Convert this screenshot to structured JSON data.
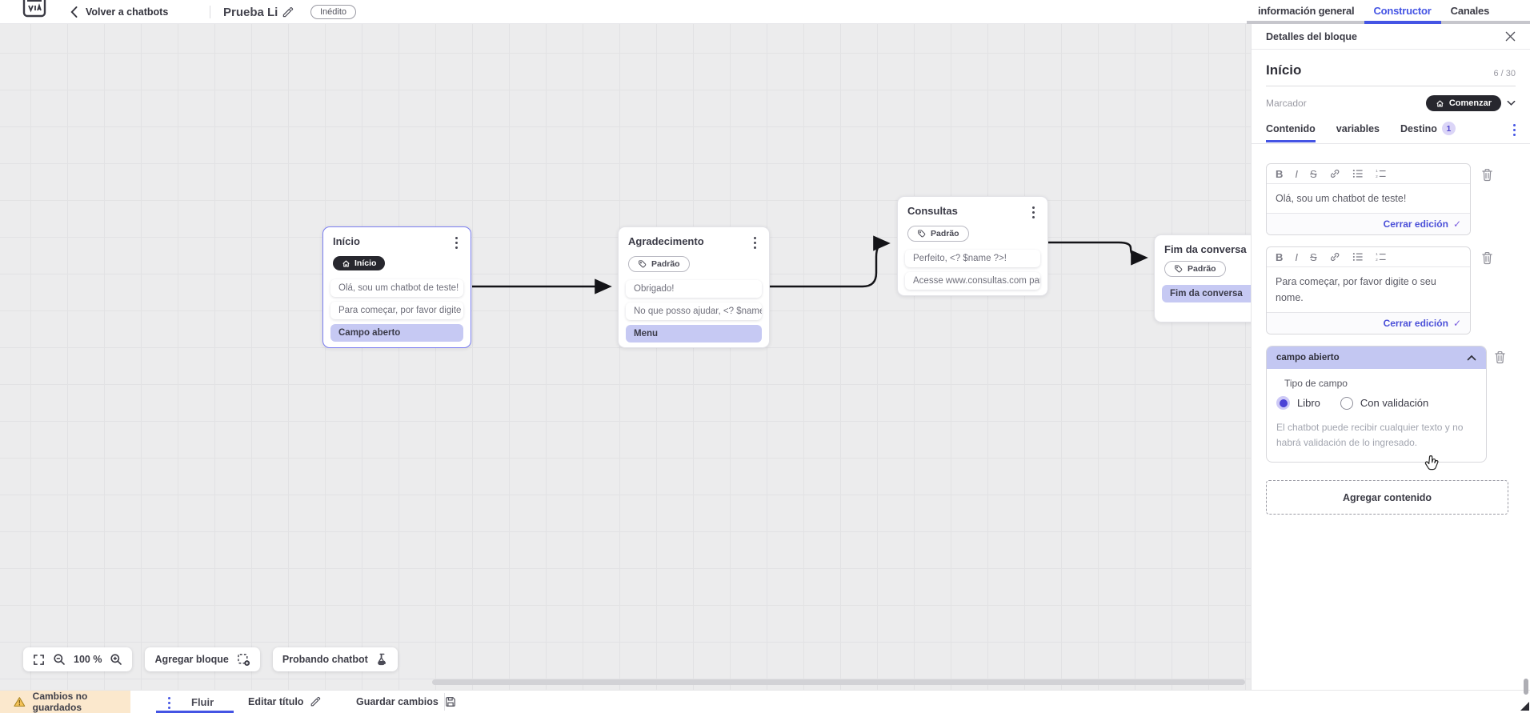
{
  "header": {
    "back_label": "Volver a chatbots",
    "doc_title": "Prueba Li",
    "status_badge": "Inédito",
    "tabs": [
      {
        "label": "información general",
        "active": false
      },
      {
        "label": "Constructor",
        "active": true
      },
      {
        "label": "Canales",
        "active": false
      }
    ]
  },
  "canvas": {
    "zoom_level": "100 %",
    "toolbar": {
      "add_block_label": "Agregar bloque",
      "test_chatbot_label": "Probando chatbot"
    },
    "blocks": [
      {
        "title": "Início",
        "badge": "Início",
        "badge_style": "start",
        "selected": true,
        "rows": [
          {
            "text": "Olá, sou um chatbot de teste!",
            "type": "message"
          },
          {
            "text": "Para começar, por favor digite o ...",
            "type": "message"
          },
          {
            "text": "Campo aberto",
            "type": "action"
          }
        ]
      },
      {
        "title": "Agradecimento",
        "badge": "Padrão",
        "badge_style": "default",
        "selected": false,
        "rows": [
          {
            "text": "Obrigado!",
            "type": "message"
          },
          {
            "text": "No que posso ajudar, <? $name ...",
            "type": "message"
          },
          {
            "text": "Menu",
            "type": "action"
          }
        ]
      },
      {
        "title": "Consultas",
        "badge": "Padrão",
        "badge_style": "default",
        "selected": false,
        "rows": [
          {
            "text": "Perfeito, <? $name ?>!",
            "type": "message"
          },
          {
            "text": "Acesse www.consultas.com par...",
            "type": "message"
          }
        ]
      },
      {
        "title": "Fim da conversa",
        "badge": "Padrão",
        "badge_style": "default",
        "selected": false,
        "rows": [
          {
            "text": "Fim da conversa",
            "type": "action"
          }
        ]
      }
    ]
  },
  "panel": {
    "header_title": "Detalles del bloque",
    "block_title": "Início",
    "title_counter": "6 / 30",
    "marker_label": "Marcador",
    "marker_value": "Comenzar",
    "tabs": [
      {
        "label": "Contenido",
        "active": true
      },
      {
        "label": "variables",
        "active": false
      },
      {
        "label": "Destino",
        "active": false,
        "badge": "1"
      }
    ],
    "toolbar_glyphs": {
      "bold": "B",
      "italic": "I",
      "strikethrough": "S"
    },
    "editors": [
      {
        "text": "Olá, sou um chatbot de teste!",
        "close_label": "Cerrar edición",
        "check": "✓"
      },
      {
        "text": "Para começar, por favor digite o seu nome.",
        "close_label": "Cerrar edición",
        "check": "✓"
      }
    ],
    "open_field": {
      "header": "campo abierto",
      "type_label": "Tipo de campo",
      "options": [
        {
          "label": "Libro",
          "selected": true
        },
        {
          "label": "Con validación",
          "selected": false
        }
      ],
      "helper": "El chatbot puede recibir cualquier texto y no habrá validación de lo ingresado."
    },
    "add_content_label": "Agregar contenido",
    "close_glyph": "✕"
  },
  "footer": {
    "unsaved_label": "Cambios no guardados",
    "flow_tab": "Fluir",
    "edit_title_label": "Editar título",
    "save_label": "Guardar cambios"
  },
  "colors": {
    "accent": "#4454e4",
    "dark_pill": "#27272e",
    "lavender_highlight": "#c6c9f3",
    "field_header": "#c3c7f2",
    "warning_bg": "#fbe8cd",
    "canvas_bg": "#ececed",
    "selected_border": "#7a7df0"
  }
}
